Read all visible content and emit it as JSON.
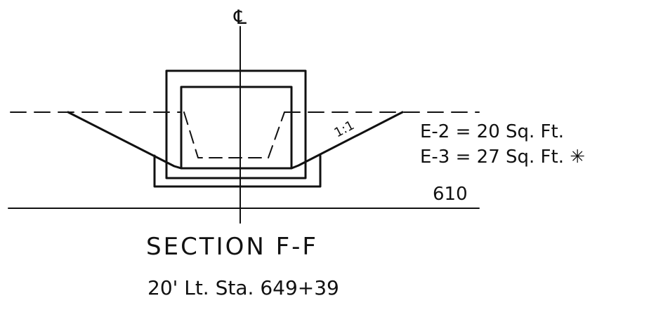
{
  "centerline_symbol": "℄",
  "slope_label": "1:1",
  "areas": [
    {
      "label": "E-2 = 20 Sq. Ft."
    },
    {
      "label": "E-3 = 27 Sq. Ft. ✳"
    }
  ],
  "elevation_label": "610",
  "section_title": "SECTION  F-F",
  "station_label": "20' Lt. Sta. 649+39",
  "ink_color": "#111111"
}
